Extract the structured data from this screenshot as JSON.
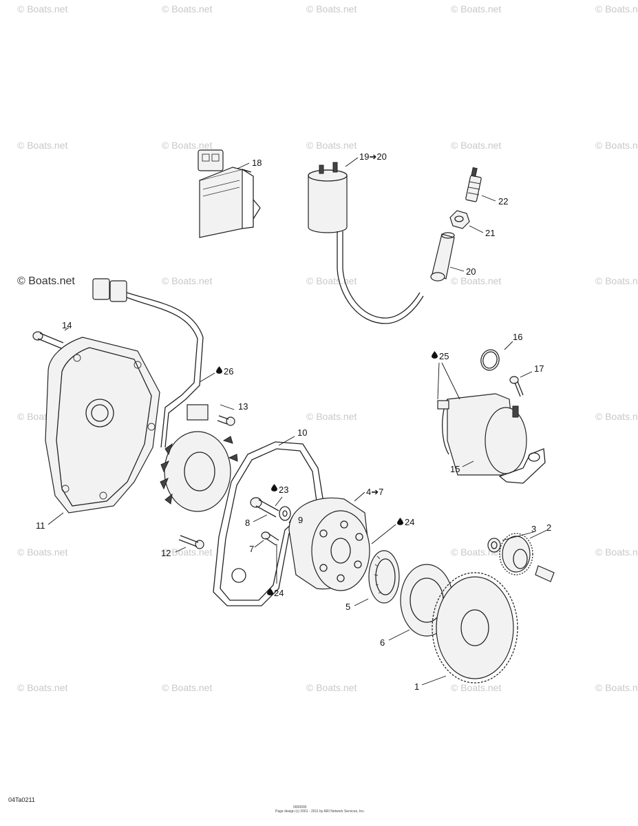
{
  "watermark": {
    "text": "© Boats.net"
  },
  "labels": {
    "p1": "1",
    "p2": "2",
    "p3": "3",
    "p4_7": "4➔7",
    "p5": "5",
    "p6": "6",
    "p7": "7",
    "p8": "8",
    "p9": "9",
    "p10": "10",
    "p11": "11",
    "p12": "12",
    "p13": "13",
    "p14": "14",
    "p15": "15",
    "p16": "16",
    "p17": "17",
    "p18": "18",
    "p19_20": "19➔20",
    "p20": "20",
    "p21": "21",
    "p22": "22",
    "p23": "23",
    "p24a": "24",
    "p24b": "24",
    "p25": "25",
    "p26": "26"
  },
  "footer": {
    "code": "04Ta0211",
    "page_id": "0000000",
    "credit": "Page design (c) 2001 - 2011 by ARI Network Services, Inc."
  }
}
